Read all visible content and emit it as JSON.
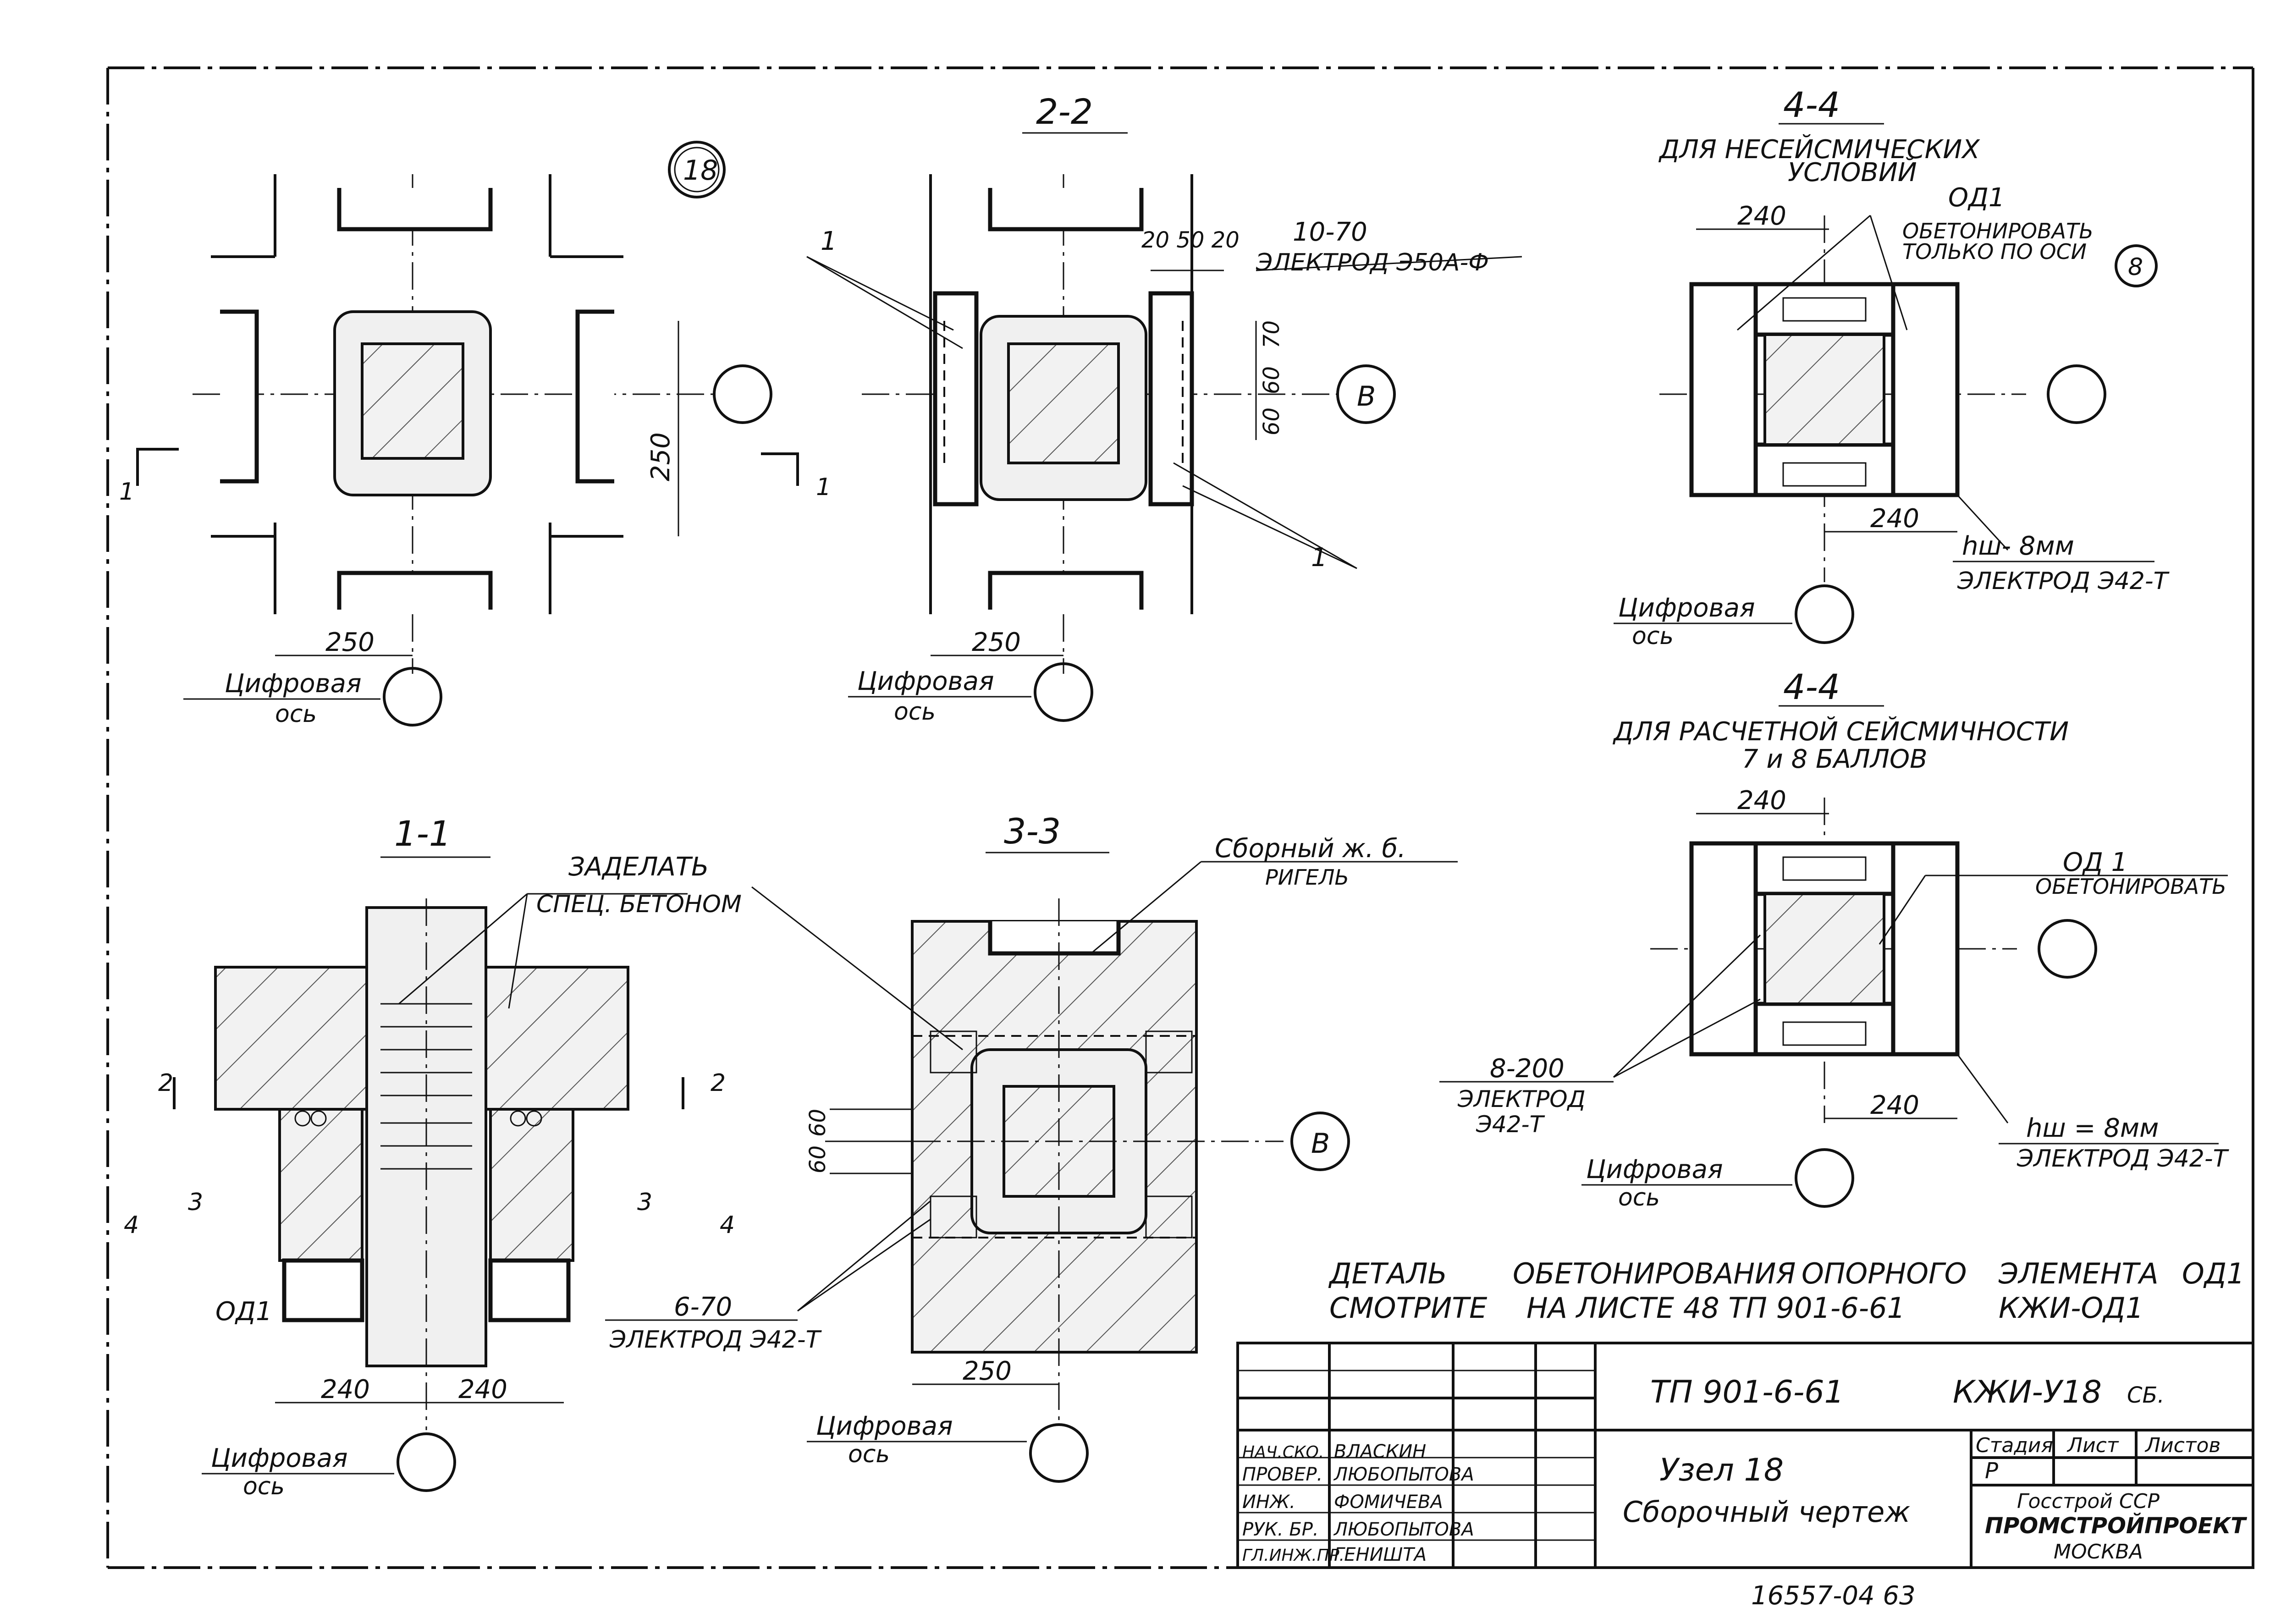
{
  "sheet": {
    "corner_mark": ""
  },
  "node": {
    "badge": "18"
  },
  "axis": {
    "label_word": "Цифровая",
    "label_sub": "ось",
    "mark_B": "В",
    "mark_8": "8"
  },
  "section_2_2": {
    "title": "2-2",
    "note_rod": "10-70",
    "note_electrode": "ЭЛЕКТРОД Э50А-Ф",
    "dims_top": "20 50 20",
    "dims_side": [
      "70",
      "60",
      "60"
    ],
    "dim_bottom": "250",
    "marker": "1"
  },
  "section_plan": {
    "dim_bottom": "250",
    "dim_side": "250",
    "cut_mark": "1"
  },
  "section_4_4a": {
    "title": "4-4",
    "subtitle_line1": "ДЛЯ НЕСЕЙСМИЧЕСКИХ",
    "subtitle_line2": "УСЛОВИЙ",
    "element": "ОД1",
    "note_line1": "ОБЕТОНИРОВАТЬ",
    "note_line2": "ТОЛЬКО ПО ОСИ",
    "dim_top": "240",
    "dim_bottom": "240",
    "weld": "hш- 8мм",
    "electrode": "ЭЛЕКТРОД Э42-Т"
  },
  "section_4_4b": {
    "title": "4-4",
    "subtitle_line1": "ДЛЯ РАСЧЕТНОЙ СЕЙСМИЧНОСТИ",
    "subtitle_line2": "7 и 8 БАЛЛОВ",
    "element": "ОД 1",
    "note": "ОБЕТОНИРОВАТЬ",
    "dim_top": "240",
    "dim_bottom": "240",
    "rod": "8-200",
    "rod_electrode_1": "ЭЛЕКТРОД",
    "rod_electrode_2": "Э42-Т",
    "weld": "hш = 8мм",
    "electrode": "ЭЛЕКТРОД Э42-Т"
  },
  "section_1_1": {
    "title": "1-1",
    "note_line1": "ЗАДЕЛАТЬ",
    "note_line2": "СПЕЦ. БЕТОНОМ",
    "element": "ОД1",
    "dim_left": "240",
    "dim_right": "240",
    "cuts": [
      "2",
      "2",
      "3",
      "3",
      "4",
      "4"
    ]
  },
  "section_3_3": {
    "title": "3-3",
    "note_line1": "Сборный ж. б.",
    "note_line2": "РИГЕЛЬ",
    "rod": "6-70",
    "electrode": "ЭЛЕКТРОД Э42-Т",
    "dims_side": [
      "60",
      "60"
    ],
    "dim_bottom": "250"
  },
  "detail_note": {
    "line1_parts": [
      "ДЕТАЛЬ",
      "ОБЕТОНИРОВАНИЯ",
      "ОПОРНОГО",
      "ЭЛЕМЕНТА",
      "ОД1"
    ],
    "line2_parts": [
      "СМОТРИТЕ",
      "НА ЛИСТЕ 48 ТП 901-6-61",
      "КЖИ-ОД1"
    ]
  },
  "title_block": {
    "project": "ТП 901-6-61",
    "sheet_code": "КЖИ-У18",
    "sheet_code_suffix": "СБ.",
    "title_line1": "Узел 18",
    "title_line2": "Сборочный чертеж",
    "col_stage": "Стадия",
    "col_sheet": "Лист",
    "col_sheets": "Листов",
    "stage_value": "Р",
    "org_line1": "Госстрой ССР",
    "org_line2": "ПРОМСТРОЙПРОЕКТ",
    "org_line3": "МОСКВА",
    "signers": [
      {
        "role": "ПРОВЕР.",
        "name": "ЛЮБОПЫТОВА"
      },
      {
        "role": "ИНЖ.",
        "name": "ФОМИЧЕВА"
      },
      {
        "role": "РУК. БР.",
        "name": "ЛЮБОПЫТОВА"
      },
      {
        "role": "ГЛ.ИНЖ.ПР.",
        "name": "ГЕНИШТА"
      },
      {
        "role": "НАЧ.СКО.",
        "name": "ВЛАСКИН"
      }
    ],
    "archive": "16557-04 63"
  }
}
